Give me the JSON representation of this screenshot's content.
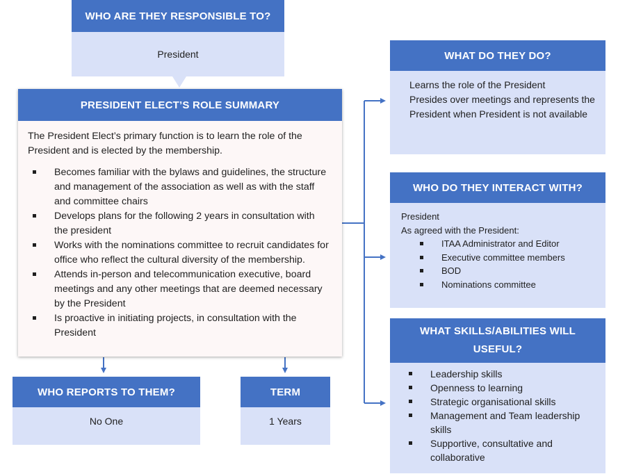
{
  "responsible": {
    "title": "WHO ARE THEY RESPONSIBLE TO?",
    "value": "President"
  },
  "role_summary": {
    "title": "PRESIDENT ELECT’S ROLE SUMMARY",
    "intro": "The President Elect’s primary function is to learn the role of the President and is elected by the membership.",
    "bullets": [
      "Becomes familiar with the bylaws and guidelines, the structure and management of the association as well as with the staff and committee chairs",
      "Develops plans for the following 2 years in consultation with the president",
      "Works with the nominations committee to recruit candidates for office who reflect the cultural diversity of the membership.",
      "Attends in-person and telecommunication executive, board meetings and any other meetings that are deemed necessary by the President",
      "Is proactive in initiating projects, in consultation with the President"
    ]
  },
  "what_do": {
    "title": "WHAT DO THEY DO?",
    "lines": [
      "Learns the role of the President",
      "Presides over meetings and represents the President when President is not available"
    ]
  },
  "interact": {
    "title": "WHO DO THEY INTERACT WITH?",
    "line1": "President",
    "line2": "As agreed with the President:",
    "bullets": [
      "ITAA Administrator and Editor",
      "Executive committee members",
      "BOD",
      "Nominations committee"
    ]
  },
  "skills": {
    "title": "WHAT SKILLS/ABILITIES WILL USEFUL?",
    "bullets": [
      "Leadership skills",
      "Openness to learning",
      "Strategic organisational skills",
      "Management and Team leadership skills",
      "Supportive, consultative and collaborative"
    ]
  },
  "reports": {
    "title": "WHO REPORTS TO THEM?",
    "value": "No One"
  },
  "term": {
    "title": "TERM",
    "value": "1 Years"
  },
  "colors": {
    "header_blue": "#4472c4",
    "light_blue": "#d9e1f8",
    "summary_bg": "#fdf7f7"
  }
}
